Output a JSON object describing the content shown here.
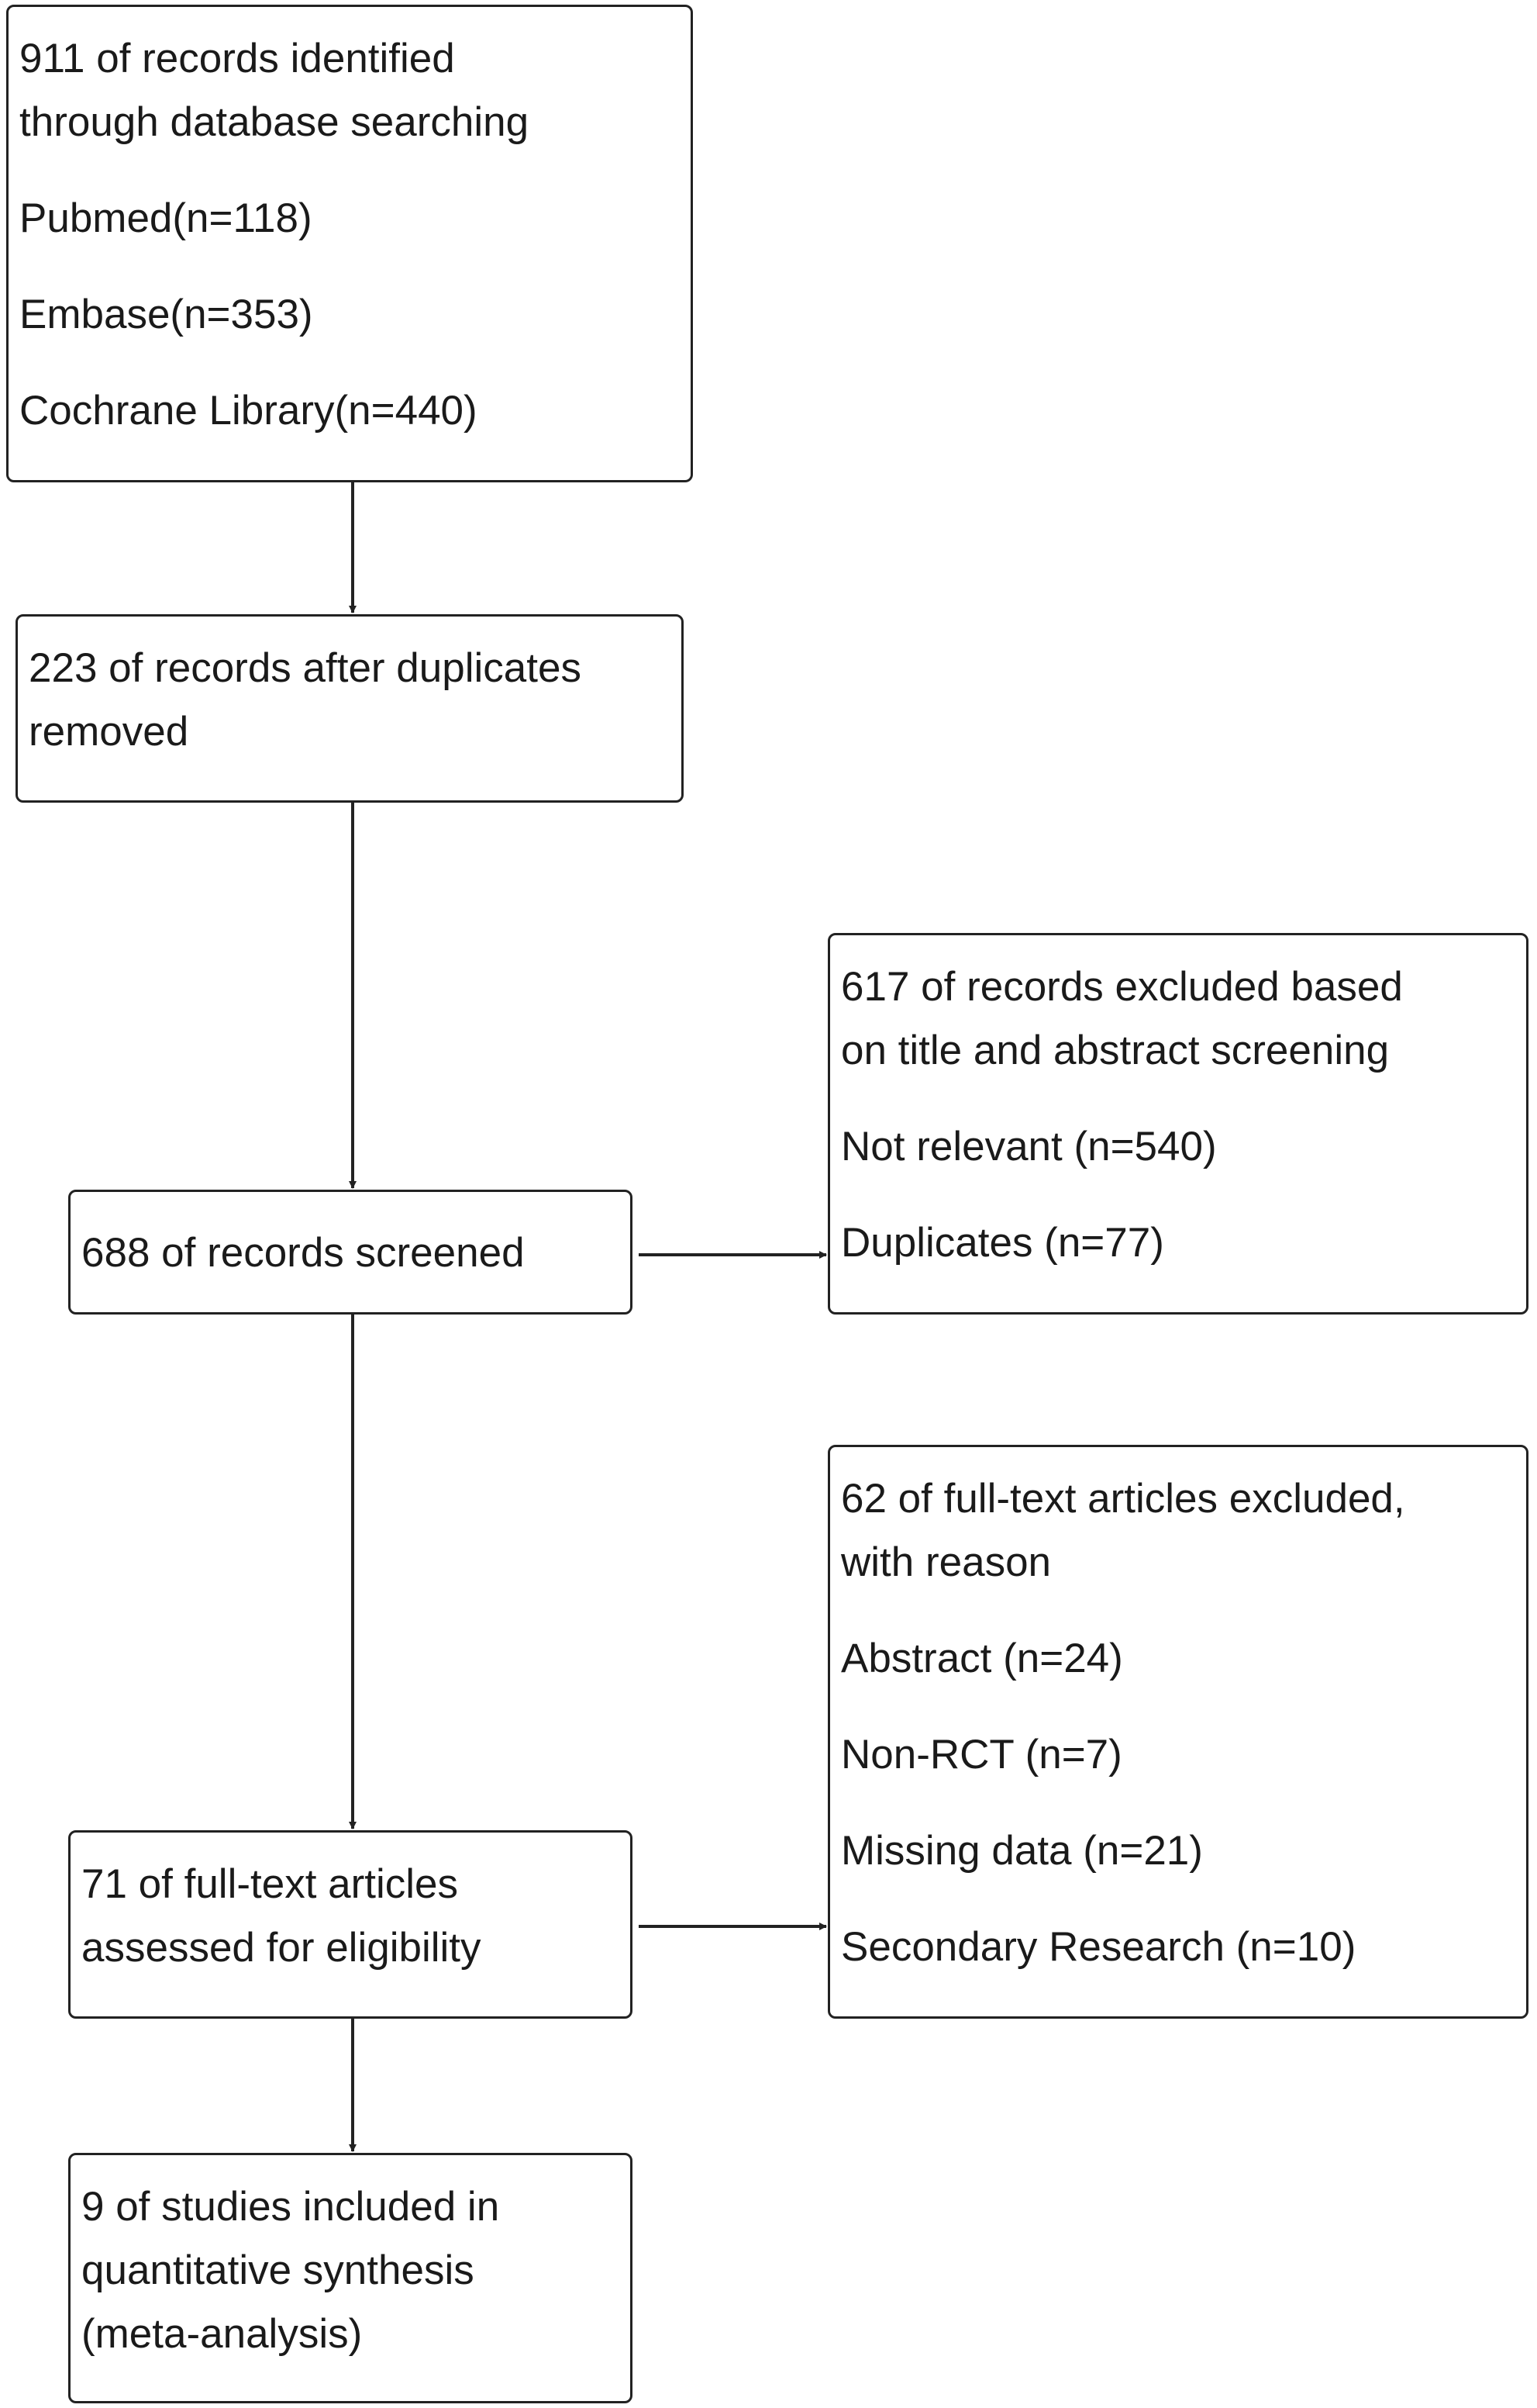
{
  "boxes": {
    "identified": {
      "lines": [
        "911 of records identified",
        "through database searching",
        "Pubmed(n=118)",
        "Embase(n=353)",
        "Cochrane Library(n=440)"
      ]
    },
    "after_duplicates": {
      "lines": [
        "223 of records after duplicates",
        "removed"
      ]
    },
    "screened": {
      "lines": [
        "688 of records screened"
      ]
    },
    "excluded_screening": {
      "lines": [
        "617 of records excluded based",
        "on title and abstract screening",
        "Not relevant (n=540)",
        "Duplicates (n=77)"
      ]
    },
    "full_text": {
      "lines": [
        "71 of full-text articles",
        "assessed for eligibility"
      ]
    },
    "excluded_full_text": {
      "lines": [
        "62 of full-text articles excluded,",
        "with reason",
        "Abstract (n=24)",
        "Non-RCT (n=7)",
        "Missing data (n=21)",
        "Secondary Research (n=10)"
      ]
    },
    "included": {
      "lines": [
        "9 of studies included in",
        "quantitative synthesis",
        "(meta-analysis)"
      ]
    }
  },
  "colors": {
    "border": "#222222",
    "text": "#1a1a1a",
    "background": "#ffffff"
  }
}
